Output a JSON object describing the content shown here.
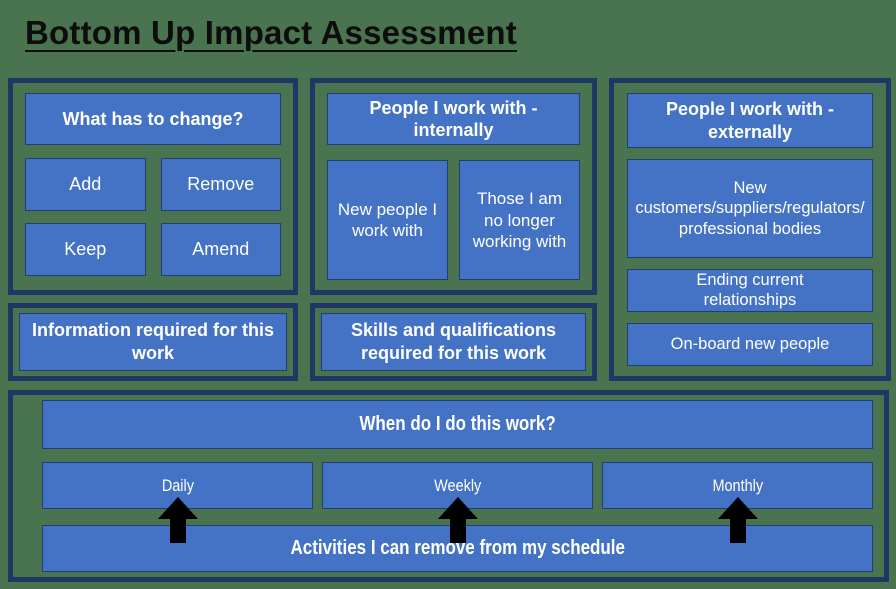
{
  "title": "Bottom Up Impact Assessment",
  "colors": {
    "background_green": "#4A7350",
    "panel_border_navy": "#1E3765",
    "box_blue": "#4472C4",
    "box_border": "#203E73",
    "text_white": "#FFFFFF",
    "title_black": "#0D0D0D",
    "arrow_black": "#000000"
  },
  "panels": {
    "change": {
      "header": "What has to change?",
      "items": [
        "Add",
        "Remove",
        "Keep",
        "Amend"
      ]
    },
    "internal": {
      "header": "People I work with - internally",
      "items": [
        "New people I work with",
        "Those I am no longer working with"
      ]
    },
    "external": {
      "header": "People I work with - externally",
      "items": [
        "New customers/suppliers/regulators/professional bodies",
        "Ending current relationships",
        "On-board new people"
      ]
    },
    "information": {
      "label": "Information required for this work"
    },
    "skills": {
      "label": "Skills and qualifications required for this work"
    },
    "schedule": {
      "header": "When do I do this work?",
      "frequencies": [
        "Daily",
        "Weekly",
        "Monthly"
      ],
      "footer": "Activities I can remove from my schedule"
    }
  },
  "icons": {
    "up_arrow": "block-up-arrow"
  }
}
